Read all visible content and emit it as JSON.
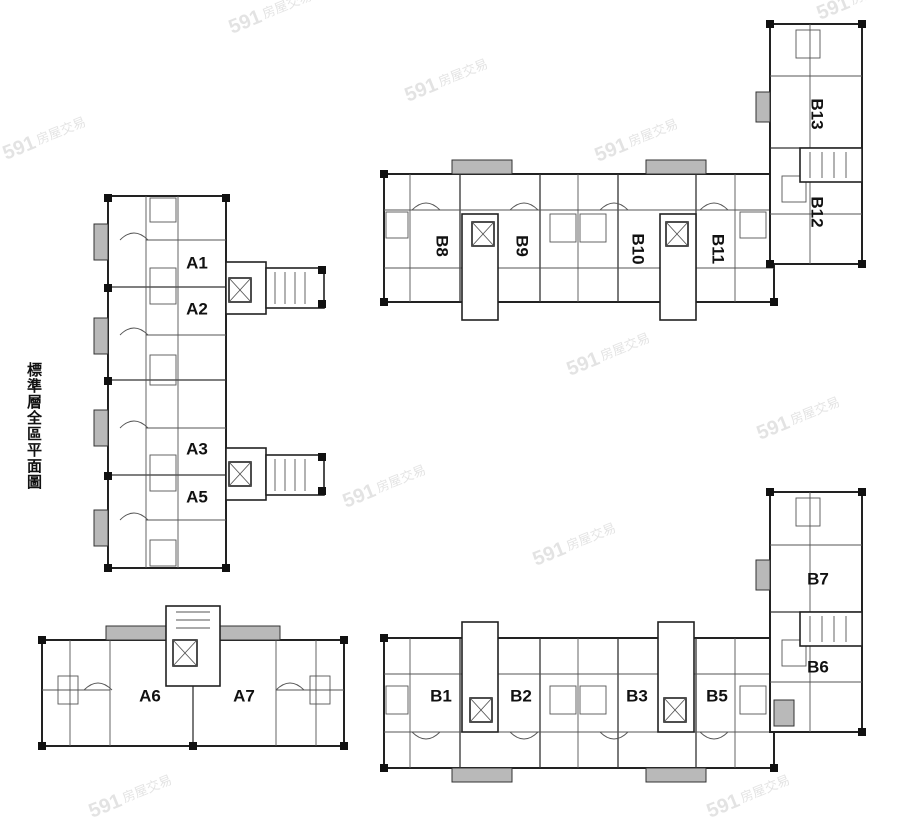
{
  "title_vertical": "標準層全區平面圖",
  "watermark": {
    "number": "591",
    "text": "房屋交易"
  },
  "units": {
    "a1": "A1",
    "a2": "A2",
    "a3": "A3",
    "a5": "A5",
    "a6": "A6",
    "a7": "A7",
    "b1": "B1",
    "b2": "B2",
    "b3": "B3",
    "b5": "B5",
    "b6": "B6",
    "b7": "B7",
    "b8": "B8",
    "b9": "B9",
    "b10": "B10",
    "b11": "B11",
    "b12": "B12",
    "b13": "B13"
  }
}
